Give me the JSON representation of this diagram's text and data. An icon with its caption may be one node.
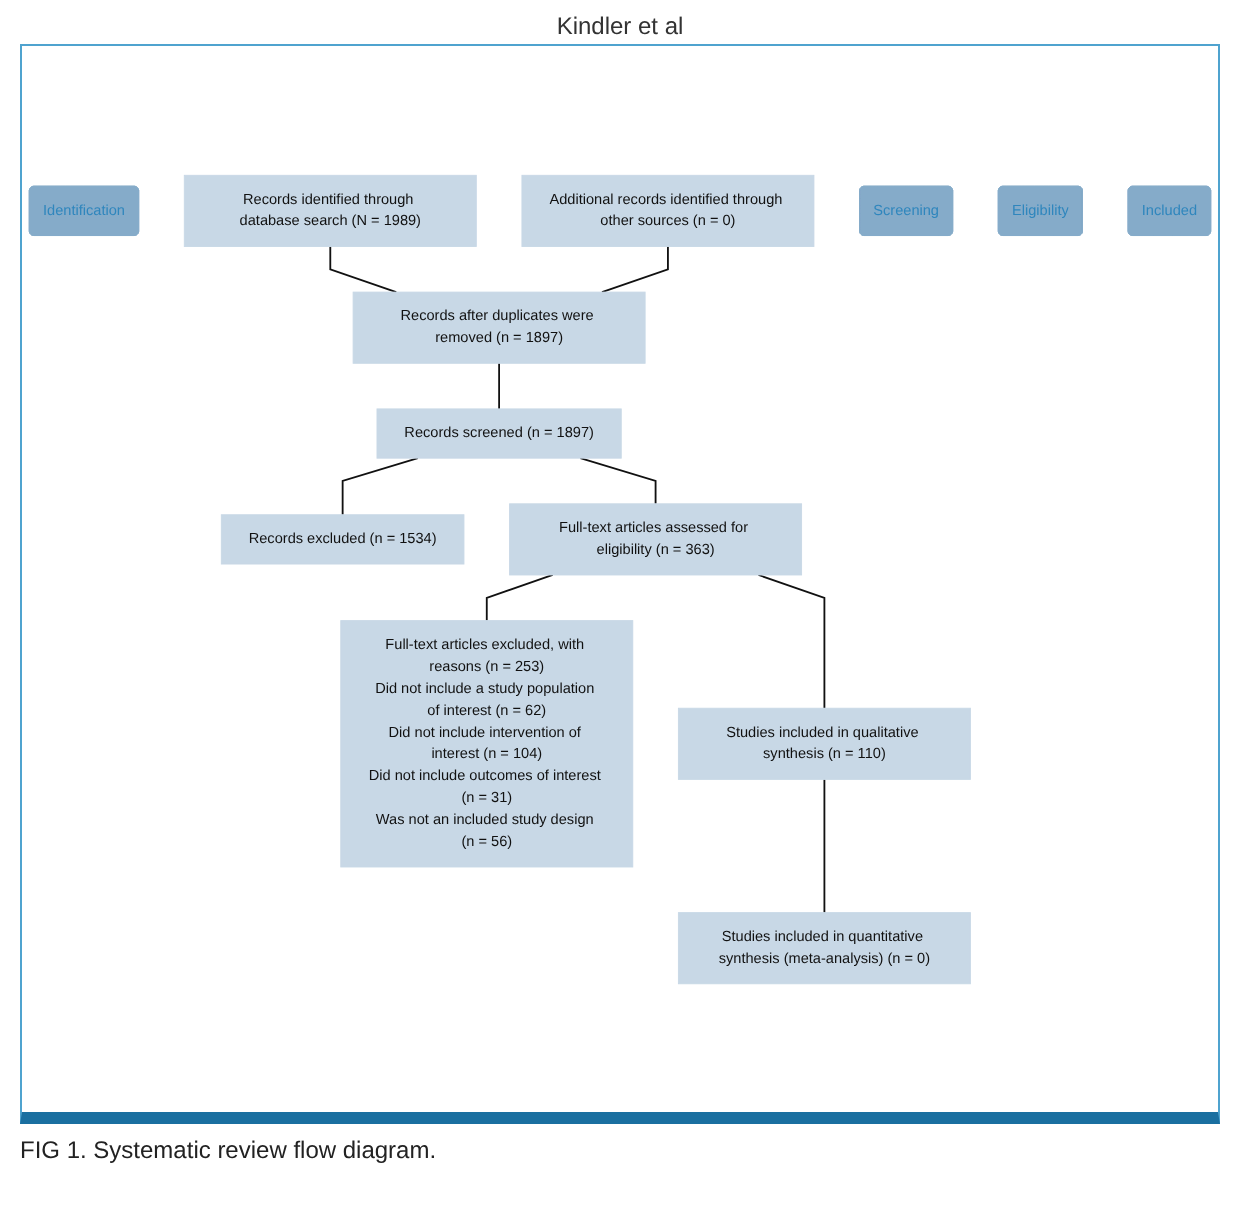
{
  "diagram": {
    "caption": "FIG 1. Systematic review flow diagram.",
    "nodes": [
      {
        "text": [
          "Identification"
        ]
      },
      {
        "text": [
          "Records identified through database search (N = 1989)"
        ]
      },
      {
        "text": [
          "Additional records identified through other sources (n = 0)"
        ]
      },
      {
        "text": [
          "Records after duplicates were removed (n = 1897)"
        ]
      },
      {
        "text": [
          "Screening"
        ]
      },
      {
        "text": [
          "Records screened (n = 1897)"
        ]
      },
      {
        "text": [
          "Records excluded (n = 1534)"
        ]
      },
      {
        "text": [
          "Eligibility"
        ]
      },
      {
        "text": [
          "Full-text articles assessed for eligibility (n = 363)"
        ]
      },
      {
        "text": [
          "Full-text articles excluded, with reasons (n = 253)",
          "Did not include a study population of interest (n = 62)",
          "Did not include intervention of interest (n = 104)",
          "Did not include outcomes of interest (n = 31)",
          "Was not an included study design (n = 56)"
        ]
      },
      {
        "text": [
          "Included"
        ]
      },
      {
        "text": [
          "Studies included in qualitative synthesis (n = 110)"
        ]
      },
      {
        "text": [
          "Studies included in quantitative synthesis (meta-analysis) (n = 0)"
        ]
      }
    ],
    "edges": [
      {
        "from": 1,
        "to": 3,
        "arrow": "none"
      },
      {
        "from": 2,
        "to": 3,
        "arrow": "none"
      },
      {
        "from": 3,
        "to": 5,
        "arrow": "none"
      },
      {
        "from": 5,
        "to": 6,
        "arrow": "none"
      },
      {
        "from": 5,
        "to": 8,
        "arrow": "none"
      },
      {
        "from": 8,
        "to": 9,
        "arrow": "none"
      },
      {
        "from": 8,
        "to": 11,
        "arrow": "none"
      },
      {
        "from": 11,
        "to": 12,
        "arrow": "none"
      }
    ],
    "labels": [
      "Kindler et al"
    ]
  }
}
